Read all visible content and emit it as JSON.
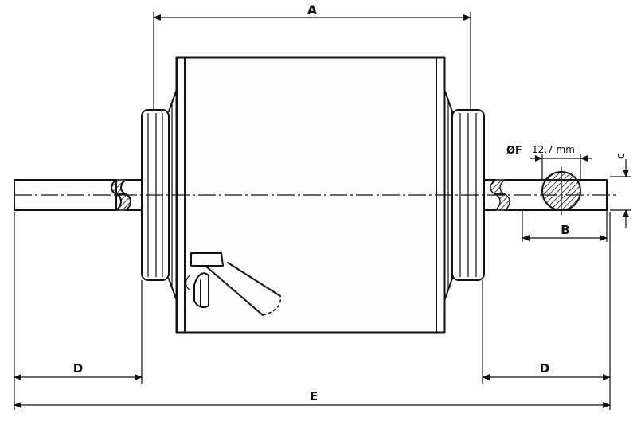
{
  "labels": {
    "a": "A",
    "b": "B",
    "c": "C",
    "d_left": "D",
    "d_right": "D",
    "e": "E",
    "f": "ØF",
    "f_value": "12,7 mm"
  }
}
